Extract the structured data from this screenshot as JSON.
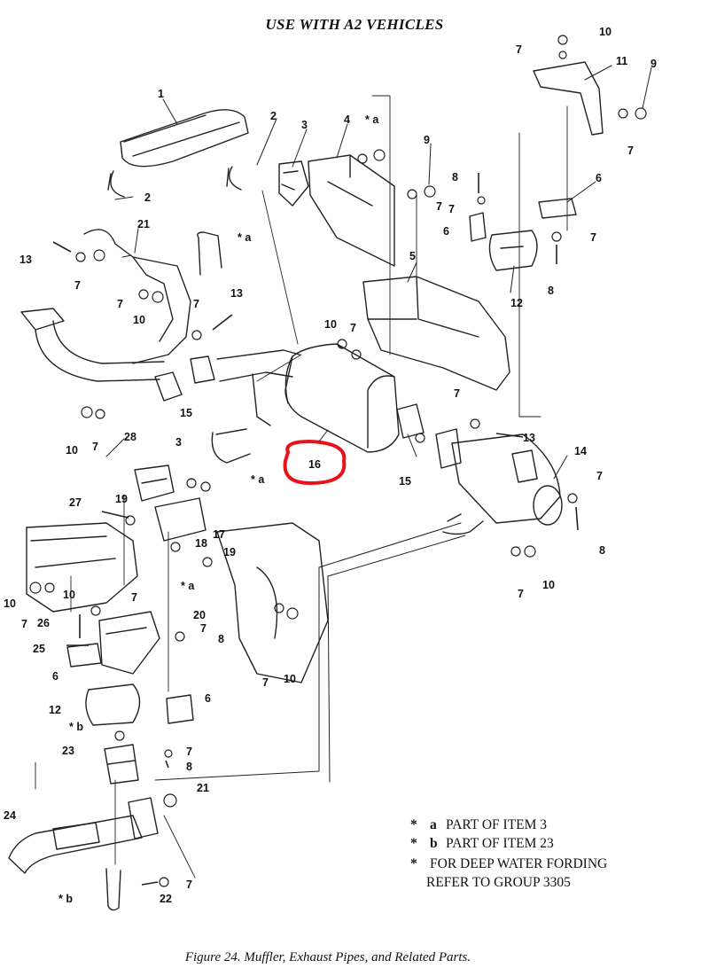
{
  "header": {
    "title": "USE WITH A2 VEHICLES"
  },
  "caption": "Figure 24. Muffler, Exhaust Pipes, and Related Parts.",
  "highlight": {
    "label": "16",
    "color": "#e8121a"
  },
  "callouts": [
    {
      "n": "1"
    },
    {
      "n": "2"
    },
    {
      "n": "2"
    },
    {
      "n": "3"
    },
    {
      "n": "3"
    },
    {
      "n": "4"
    },
    {
      "n": "5"
    },
    {
      "n": "6"
    },
    {
      "n": "6"
    },
    {
      "n": "6"
    },
    {
      "n": "6"
    },
    {
      "n": "7"
    },
    {
      "n": "8"
    },
    {
      "n": "9"
    },
    {
      "n": "9"
    },
    {
      "n": "10"
    },
    {
      "n": "11"
    },
    {
      "n": "12"
    },
    {
      "n": "12"
    },
    {
      "n": "13"
    },
    {
      "n": "13"
    },
    {
      "n": "13"
    },
    {
      "n": "14"
    },
    {
      "n": "15"
    },
    {
      "n": "15"
    },
    {
      "n": "17"
    },
    {
      "n": "18"
    },
    {
      "n": "19"
    },
    {
      "n": "19"
    },
    {
      "n": "20"
    },
    {
      "n": "21"
    },
    {
      "n": "21"
    },
    {
      "n": "22"
    },
    {
      "n": "23"
    },
    {
      "n": "24"
    },
    {
      "n": "25"
    },
    {
      "n": "26"
    },
    {
      "n": "27"
    },
    {
      "n": "28"
    }
  ],
  "notes": {
    "star": "*",
    "items": [
      {
        "key": "a",
        "text": "PART OF ITEM 3"
      },
      {
        "key": "b",
        "text": "PART OF ITEM 23"
      }
    ],
    "fording_line1": "FOR DEEP WATER FORDING",
    "fording_line2": "REFER TO GROUP 3305"
  },
  "labels": {
    "seven": "7",
    "eight": "8",
    "ten": "10",
    "star_a": "* a",
    "star_b": "* b"
  }
}
